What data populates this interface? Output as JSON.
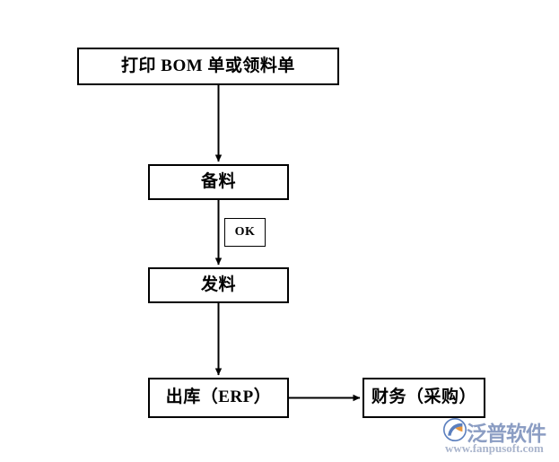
{
  "diagram": {
    "title": "",
    "background_color": "#ffffff",
    "line_color": "#000000",
    "nodes": [
      {
        "id": "print",
        "label": "打印 BOM 单或领料单",
        "shape": "rectangle"
      },
      {
        "id": "prepare",
        "label": "备料",
        "shape": "rectangle"
      },
      {
        "id": "ok",
        "label": "OK",
        "shape": "rectangle"
      },
      {
        "id": "issue",
        "label": "发料",
        "shape": "rectangle"
      },
      {
        "id": "outbound",
        "label": "出库（ERP）",
        "shape": "rectangle"
      },
      {
        "id": "finance",
        "label": "财务（采购）",
        "shape": "rectangle"
      }
    ],
    "edges": [
      {
        "from": "print",
        "to": "prepare",
        "label": "",
        "direction": "down"
      },
      {
        "from": "prepare",
        "to": "issue",
        "label": "OK",
        "direction": "down"
      },
      {
        "from": "issue",
        "to": "outbound",
        "label": "",
        "direction": "down"
      },
      {
        "from": "outbound",
        "to": "finance",
        "label": "",
        "direction": "right"
      }
    ]
  },
  "watermark": {
    "brand": "泛普软件",
    "url": "www.fanpusoft.com",
    "brand_color": "#8b9dc3",
    "url_color": "#a9b4cc",
    "logo_blue": "#5b7fbe",
    "logo_orange": "#e8963c"
  }
}
